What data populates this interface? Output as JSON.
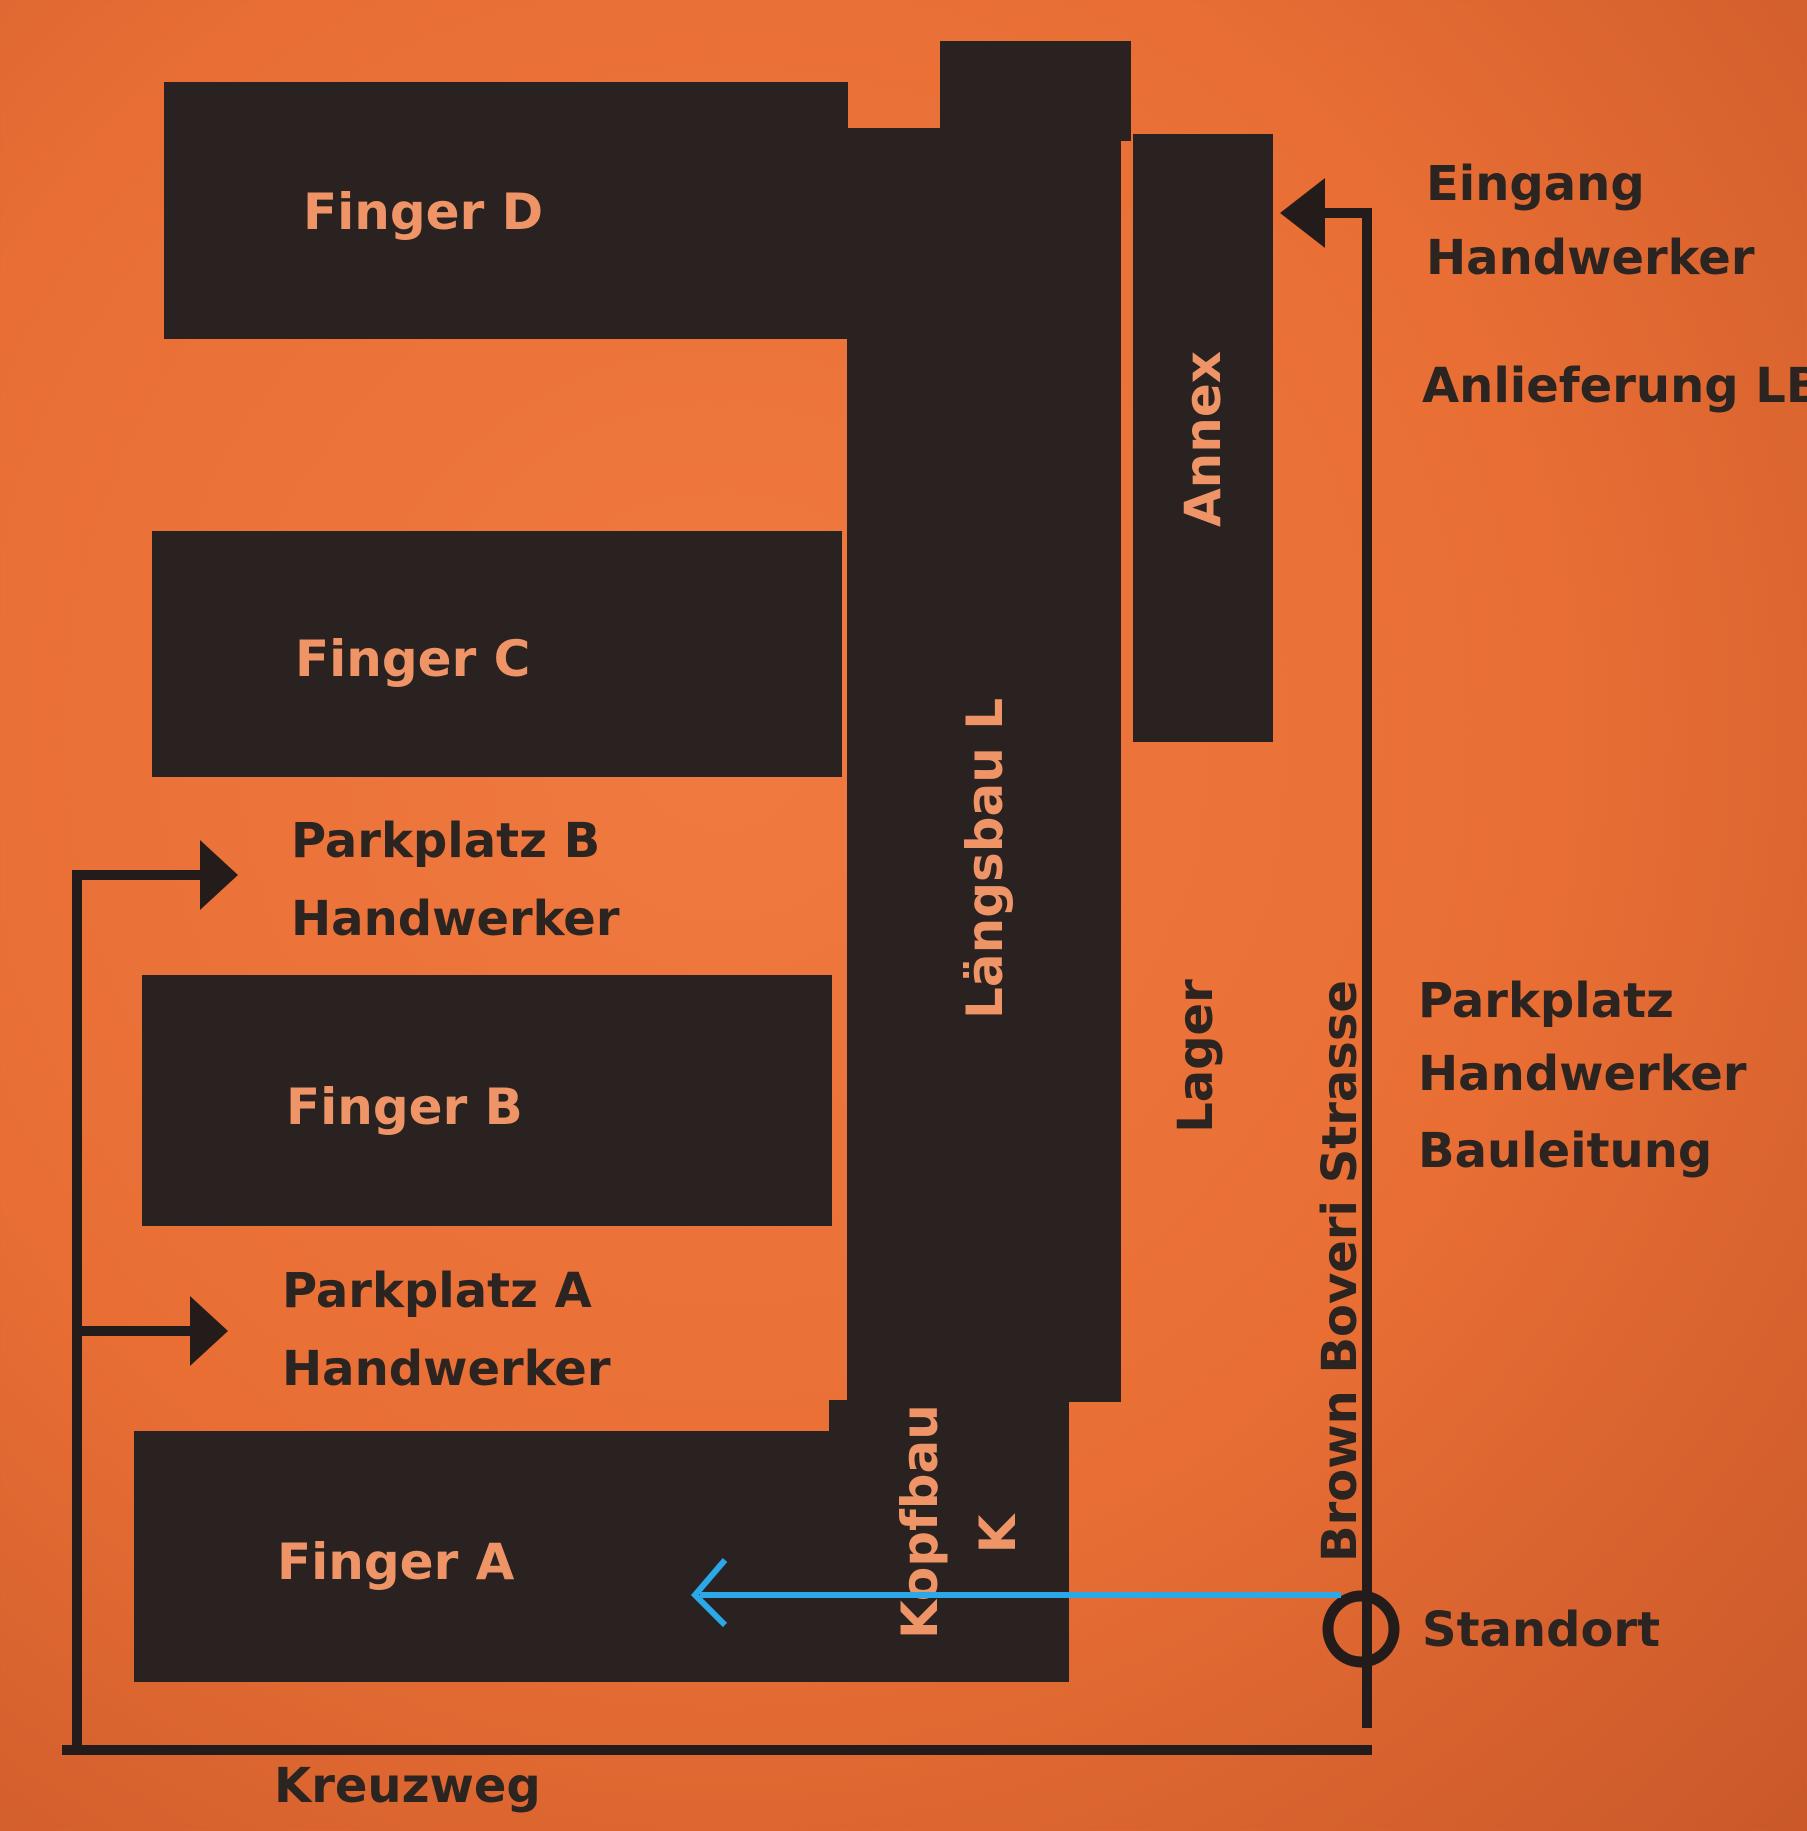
{
  "buildings": {
    "finger_d": "Finger D",
    "finger_c": "Finger C",
    "finger_b": "Finger B",
    "finger_a": "Finger A",
    "laengsbau": "Längsbau L",
    "annex": "Annex",
    "lager": "Lager",
    "kopfbau": "Kopfbau",
    "kopfbau_k": "K"
  },
  "parking": {
    "b_line1": "Parkplatz  B",
    "b_line2": "Handwerker",
    "a_line1": "Parkplatz  A",
    "a_line2": "Handwerker"
  },
  "right_labels": {
    "eingang1": "Eingang",
    "eingang2": "Handwerker",
    "anlieferung": "Anlieferung LB",
    "pp1": "Parkplatz",
    "pp2": "Handwerker",
    "pp3": "Bauleitung",
    "standort": "Standort"
  },
  "streets": {
    "brown_boveri": "Brown  Boveri  Strasse",
    "kreuzweg": "Kreuzweg"
  },
  "colors": {
    "background": "#e86e34",
    "building": "#2a2220",
    "route_arrow": "#2aa8e8"
  }
}
